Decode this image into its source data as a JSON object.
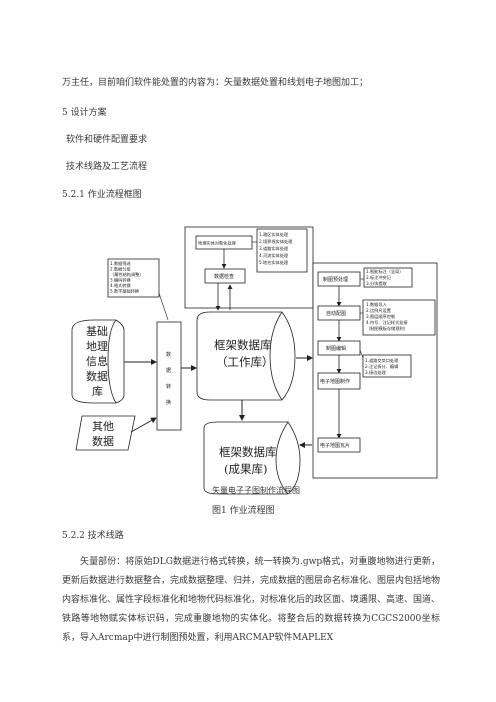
{
  "text": {
    "line1": "万主任，目前咱们软件能处置的内容为：矢量数据处置和线划电子地图加工；",
    "h5": "5 设计方案",
    "item1": "软件和硬件配置要求",
    "item2": "技术线路及工艺流程",
    "h521": "5.2.1 作业流程框图",
    "fig_caption_small": "矢量电子子图制作流程图",
    "fig_caption": "图1  作业流程图",
    "h522": "5.2.2 技术线路",
    "para": "矢量部份：将原始DLG数据进行格式转换，统一转换为.gwp格式，对重腹地物进行更新，更新后数据进行数据整合，完成数据整理、归并，完成数据的图层命名标准化、图层内包括地物内容标准化、属性字段标准化和地物代码标准化，对标准化后的政区面、境遇限、高速、国道、铁路等地物赋实体标识码，完成重腹地物的实体化。将整合后的数据转换为CGCS2000坐标系，导入Arcmap中进行制图预处置，利用ARCMAP软件MAPLEX"
  },
  "diagram": {
    "entity_list": [
      "1.政区实体处理",
      "2.境界线实体处理",
      "3.道路实体处理",
      "4.河流实体处理",
      "5.地名实体处理"
    ],
    "entity_box": "地理实体对象化处理",
    "check_box": "数据检查",
    "convert_list": [
      "1.数据筛选",
      "2.数据分层",
      "（属性结构调整）",
      "3.编码转换",
      "4.格式转换",
      "5.数学基础转换"
    ],
    "base_geo": [
      "基础",
      "地理",
      "信息",
      "数据",
      "库"
    ],
    "other": [
      "其他",
      "数据"
    ],
    "convert": [
      "数",
      "据",
      "转",
      "换"
    ],
    "work_db": [
      "框架数据库",
      "（工作库）"
    ],
    "result_db": [
      "框架数据库",
      "(成果库)"
    ],
    "map_pre": "制图预处理",
    "map_pre_list": [
      "1.智能标注（全局）",
      "2.标注冲突记",
      "3.分块提取"
    ],
    "auto_map": "自动配图",
    "auto_map_list": [
      "1.数据导入",
      "2.比例尺设置",
      "3.图层顺序控制",
      "4.符号、注记样式挂接",
      "（制图模板存储规则）"
    ],
    "map_edit": "制图编辑",
    "map_edit_list": [
      "1.道路交叉口处理",
      "2.注记拆分、编辑",
      "3.接边处理"
    ],
    "emap_make": "电子地图制作",
    "emap_result": "电子地图瓦片"
  }
}
